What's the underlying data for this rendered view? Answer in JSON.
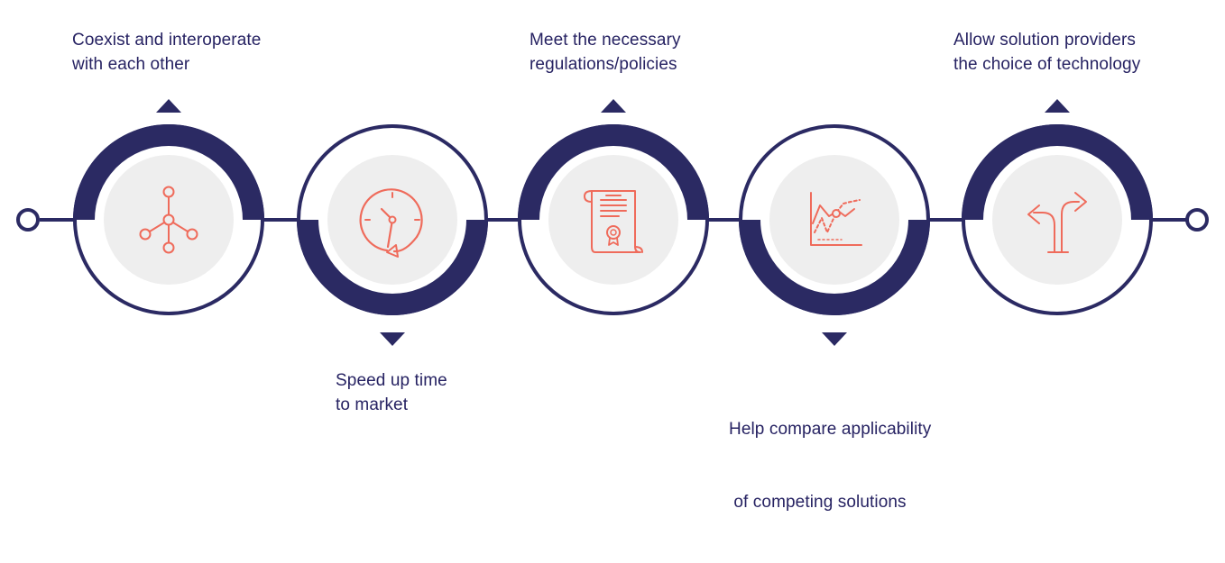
{
  "colors": {
    "navy": "#2b2a63",
    "circle_fill": "#eeeeee",
    "icon": "#ef6b5b",
    "text": "#262262"
  },
  "steps": [
    {
      "icon": "network-hub-icon",
      "label_position": "top",
      "lines": [
        "Coexist and interoperate",
        "with each other"
      ]
    },
    {
      "icon": "stopwatch-icon",
      "label_position": "bottom",
      "lines": [
        "Speed up time",
        "to market"
      ]
    },
    {
      "icon": "certificate-scroll-icon",
      "label_position": "top",
      "lines": [
        "Meet the necessary",
        "regulations/policies"
      ]
    },
    {
      "icon": "comparison-chart-icon",
      "label_position": "bottom",
      "lines": [
        "Help compare applicability",
        " of competing solutions"
      ]
    },
    {
      "icon": "split-arrows-icon",
      "label_position": "top",
      "lines": [
        "Allow solution providers",
        "the choice of technology"
      ]
    }
  ]
}
